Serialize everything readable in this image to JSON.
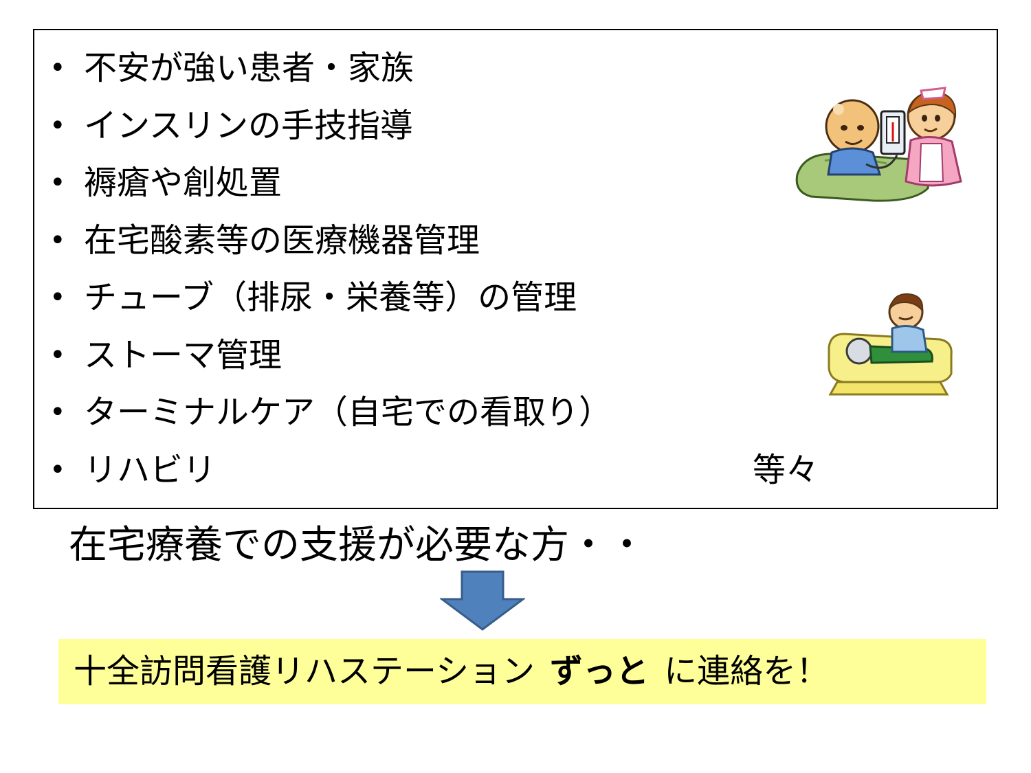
{
  "bullet_symbol": "•",
  "items": [
    "不安が強い患者・家族",
    "インスリンの手技指導",
    "褥瘡や創処置",
    "在宅酸素等の医療機器管理",
    "チューブ（排尿・栄養等）の管理",
    "ストーマ管理",
    "ターミナルケア（自宅での看取り）",
    "リハビリ"
  ],
  "etc_label": "等々",
  "summary": "在宅療養での支援が必要な方・・",
  "callout": {
    "prefix": "十全訪問看護リハステーション",
    "name": "ずっと",
    "suffix": "に連絡を！"
  },
  "colors": {
    "arrow_fill": "#4f81bd",
    "arrow_stroke": "#385d8a",
    "callout_bg": "#ffff99"
  }
}
